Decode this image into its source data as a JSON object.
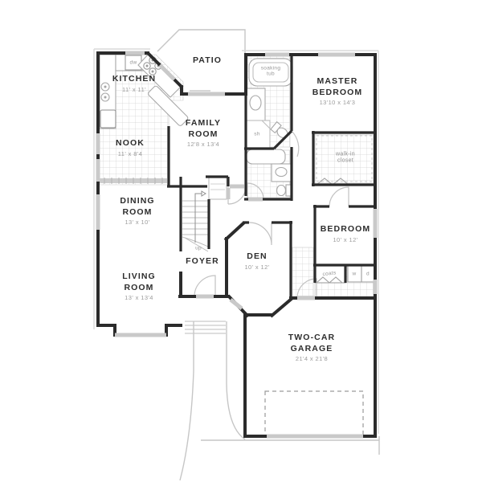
{
  "colors": {
    "wall": "#2b2b2b",
    "window": "#c9c9c9",
    "fixture": "#a8a8a8",
    "tile": "#cfcfcf",
    "label": "#2d2d2d",
    "dim_text": "#9b9b9b"
  },
  "rooms": [
    {
      "id": "patio",
      "lines": [
        "PATIO"
      ]
    },
    {
      "id": "kitchen",
      "lines": [
        "KITCHEN"
      ],
      "dims": "11' x 11'"
    },
    {
      "id": "nook",
      "lines": [
        "NOOK"
      ],
      "dims": "11' x 8'4"
    },
    {
      "id": "family-room",
      "lines": [
        "FAMILY",
        "ROOM"
      ],
      "dims": "12'8 x 13'4"
    },
    {
      "id": "master-bedroom",
      "lines": [
        "MASTER",
        "BEDROOM"
      ],
      "dims": "13'10 x 14'3"
    },
    {
      "id": "dining-room",
      "lines": [
        "DINING",
        "ROOM"
      ],
      "dims": "13' x 10'"
    },
    {
      "id": "living-room",
      "lines": [
        "LIVING",
        "ROOM"
      ],
      "dims": "13' x 13'4"
    },
    {
      "id": "foyer",
      "lines": [
        "FOYER"
      ]
    },
    {
      "id": "den",
      "lines": [
        "DEN"
      ],
      "dims": "10' x 12'"
    },
    {
      "id": "bedroom",
      "lines": [
        "BEDROOM"
      ],
      "dims": "10' x 12'"
    },
    {
      "id": "garage",
      "lines": [
        "TWO-CAR",
        "GARAGE"
      ],
      "dims": "21'4 x 21'8"
    },
    {
      "id": "walk-in-closet",
      "lines": [
        "walk-in",
        "closet"
      ]
    }
  ],
  "fixtures": {
    "soaking_tub_line1": "soaking",
    "soaking_tub_line2": "tub",
    "shower": "sh",
    "dishwasher": "dw",
    "stairs_direction": "up",
    "coats_closet": "coats",
    "washer": "w",
    "dryer": "d"
  }
}
